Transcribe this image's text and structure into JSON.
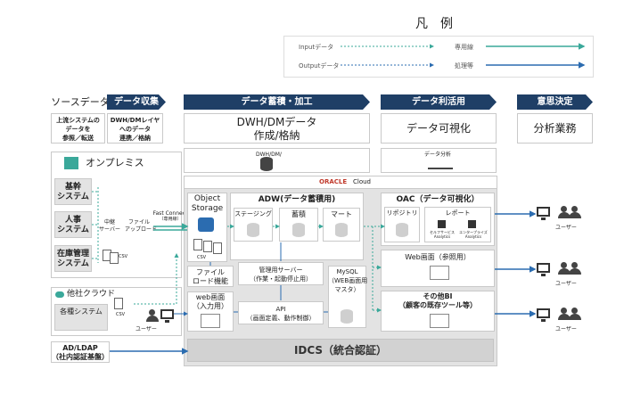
{
  "legend": {
    "title": "凡　例",
    "input": "Inputデータ",
    "output": "Outputデータ",
    "dedicated": "専用線",
    "processing": "処理等"
  },
  "headers": {
    "source": "ソースデータ",
    "collect": "データ収集",
    "store": "データ蓄積・加工",
    "use": "データ利活用",
    "decide": "意思決定"
  },
  "top_labels": {
    "src1": "上流システムの\nデータを\n参照／転送",
    "src2": "DWH/DMレイヤ\nへのデータ\n連携／格納",
    "dwh_line1": "DWH/DMデータ",
    "dwh_line2": "作成/格納",
    "viz": "データ可視化",
    "analysis": "分析業務",
    "dwh_icon": "DWH/DM/",
    "viz_icon": "データ分析"
  },
  "onprem": {
    "title": "オンプレミス",
    "sys1": "基幹\nシステム",
    "sys2": "人事\nシステム",
    "sys3": "在庫管理\nシステム",
    "relay": "中継\nサーバー",
    "upload": "ファイル\nアップロード",
    "csv": "CSV"
  },
  "cloud": {
    "title": "他社クラウド",
    "systems": "各種システム",
    "csv": "CSV",
    "user": "ユーザー"
  },
  "connect": {
    "fc": "Fast Connect",
    "fc_sub": "（専用線）"
  },
  "oracle": {
    "logo": "ORACLE",
    "cloud": "Cloud"
  },
  "object_storage": {
    "label": "Object\nStorage",
    "csv": "CSV"
  },
  "adw": {
    "title": "ADW(データ蓄積用)",
    "staging": "ステージング",
    "accum": "蓄積",
    "mart": "マート"
  },
  "file_load": "ファイル\nロード機能",
  "mgmt_server": "管理用サーバー\n（作業・起動停止用）",
  "web_input": "web画面\n（入力用）",
  "api": "API\n（画面定義、動作制御）",
  "mysql": "MySQL\n（WEB画面用\nマスタ）",
  "oac": {
    "title": "OAC（データ可視化）",
    "repo": "リポジトリ",
    "report": "レポート",
    "self": "セルフサービス\nAnalytics",
    "ent": "エンタープライズ\nAnalytics"
  },
  "web_ref": "Web画面（参照用）",
  "other_bi": "その他BI\n（顧客の既存ツール等）",
  "ad": "AD/LDAP\n（社内認証基盤）",
  "idcs": "IDCS（統合認証）",
  "users": {
    "u1": "ユーザー",
    "u2": "ユーザー",
    "u3": "ユーザー"
  },
  "colors": {
    "navy": "#1f3f66",
    "teal": "#3aa89a",
    "blue": "#2b6cb0"
  }
}
